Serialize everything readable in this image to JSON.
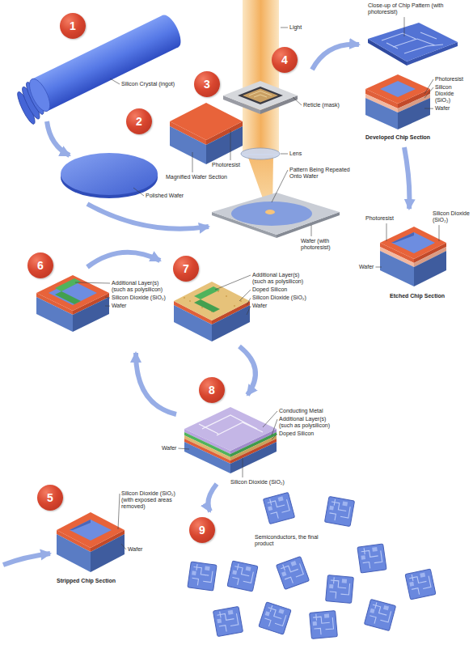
{
  "diagram": {
    "nodes": [
      {
        "text": [
          "1"
        ]
      },
      {
        "text": [
          "2"
        ]
      },
      {
        "text": [
          "3"
        ]
      },
      {
        "text": [
          "4"
        ]
      },
      {
        "text": [
          "5"
        ]
      },
      {
        "text": [
          "6"
        ]
      },
      {
        "text": [
          "7"
        ]
      },
      {
        "text": [
          "8"
        ]
      },
      {
        "text": [
          "9"
        ]
      }
    ],
    "labels": [
      "Silicon Crystal (ingot)",
      "Polished Wafer",
      "Photoresist",
      "Magnified Wafer Section",
      "Light",
      "Reticle (mask)",
      "Lens",
      "Pattern Being Repeated Onto Wafer",
      "Wafer (with photoresist)",
      "Close-up of Chip Pattern (with photoresist)",
      "Photoresist",
      "Silicon Dioxide (SiO₂)",
      "Wafer",
      "Developed Chip Section",
      "Photoresist",
      "Silicon Dioxide (SiO₂)",
      "Wafer",
      "Etched Chip Section",
      "Additional Layer(s) (such as polysilicon)",
      "Silicon Dioxide (SiO₂)",
      "Wafer",
      "Additional Layer(s) (such as polysilicon)",
      "Doped Silicon",
      "Silicon Dioxide (SiO₂)",
      "Wafer",
      "Conducting Metal",
      "Additional Layer(s) (such as polysilicon)",
      "Doped Silicon",
      "Silicon Dioxide (SiO₂)",
      "Wafer",
      "Silicon Dioxide (SiO₂) (with exposed areas removed)",
      "Wafer",
      "Stripped Chip Section",
      "Semiconductors, the final product"
    ]
  }
}
